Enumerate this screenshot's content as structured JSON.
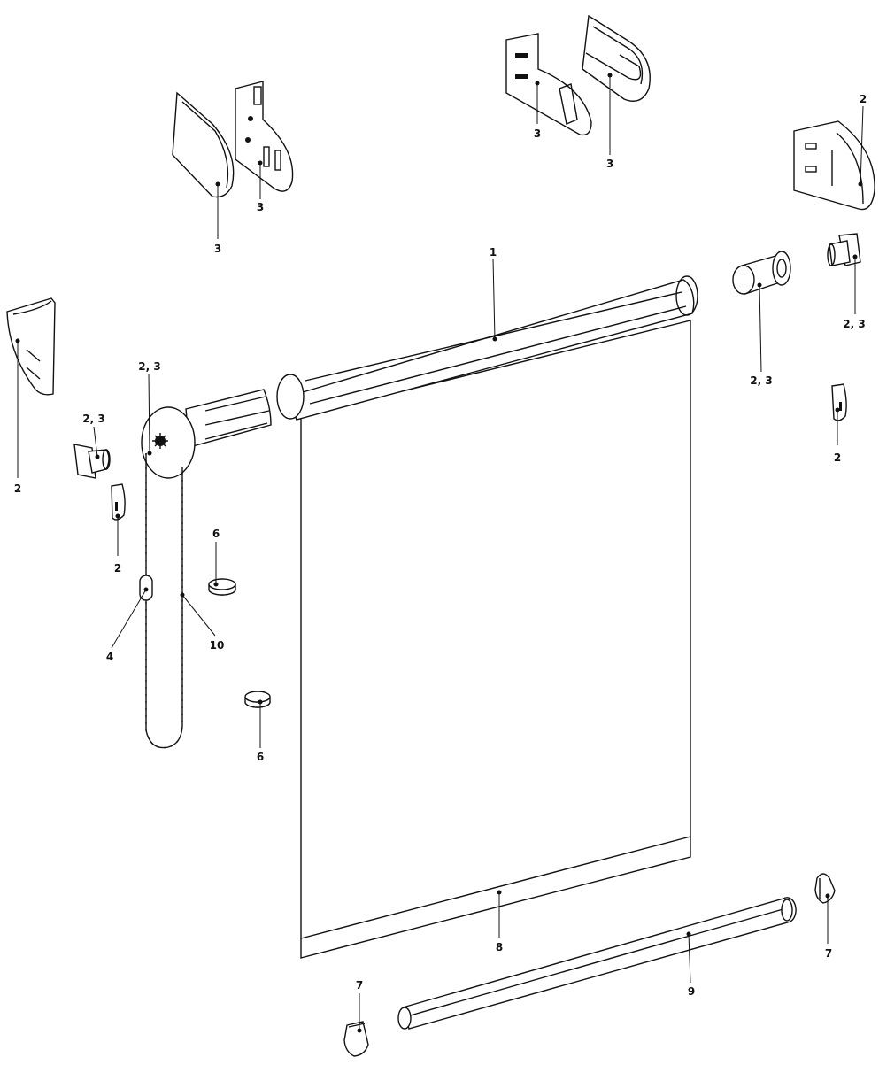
{
  "colors": {
    "line": "#111111",
    "background": "#ffffff"
  },
  "labels": {
    "tube": "1",
    "screen": "8",
    "bottom_bar": "9",
    "bar_cap_left": "7",
    "bar_cap_right": "7",
    "right_clip_large": "2",
    "right_plug": "2, 3",
    "right_end_cap": "2, 3",
    "right_clip_small": "2",
    "left_clip_large": "2",
    "left_plug": "2, 3",
    "left_clip_small": "2",
    "control_mechanism": "2, 3",
    "chain_connector": "4",
    "chain": "10",
    "limiter_upper": "6",
    "limiter_lower": "6",
    "bracket_a": "3",
    "bracket_b": "3",
    "bracket_c": "3",
    "bracket_d": "3"
  }
}
